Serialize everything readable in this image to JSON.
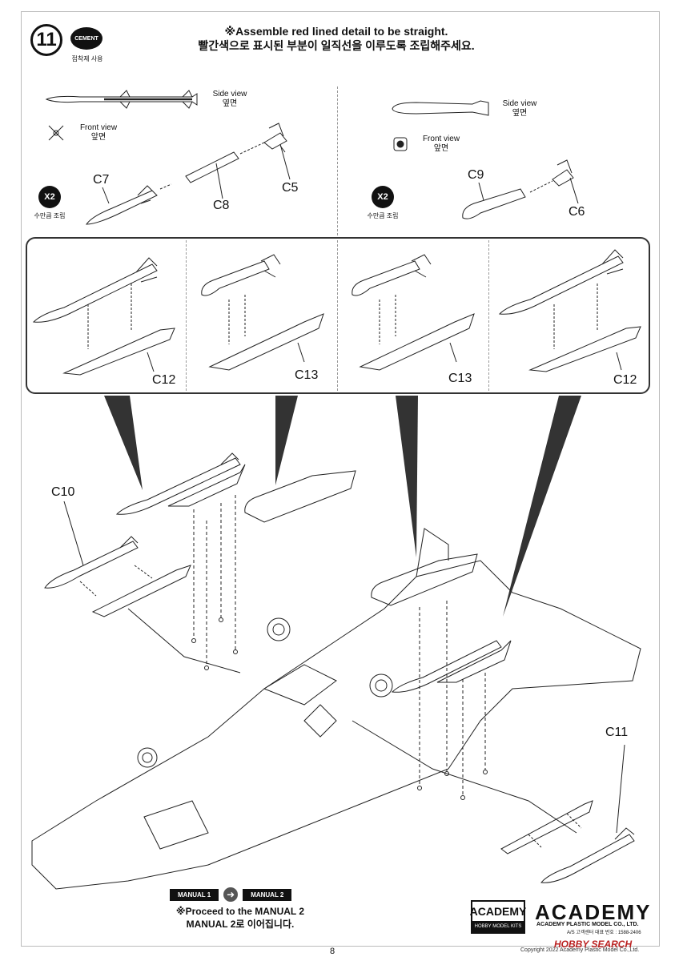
{
  "header": {
    "step_number": "11",
    "cement_label": "CEMENT",
    "cement_note": "접착제 사용",
    "notice_en": "※Assemble red lined detail to be straight.",
    "notice_ko": "빨간색으로 표시된 부분이 일직선을 이루도록 조립해주세요."
  },
  "left_sub": {
    "side_view": "Side view",
    "side_view_ko": "옆면",
    "front_view": "Front view",
    "front_view_ko": "앞면",
    "x2": "X2",
    "x2_ko": "수만큼 조립",
    "parts": [
      "C7",
      "C8",
      "C5"
    ]
  },
  "right_sub": {
    "side_view": "Side view",
    "side_view_ko": "옆면",
    "front_view": "Front view",
    "front_view_ko": "앞면",
    "x2": "X2",
    "x2_ko": "수만큼 조립",
    "parts": [
      "C9",
      "C6"
    ]
  },
  "panel": {
    "parts": [
      "C12",
      "C13",
      "C13",
      "C12"
    ]
  },
  "main": {
    "parts": [
      "C10",
      "C11"
    ]
  },
  "footer": {
    "manual_from": "MANUAL 1",
    "manual_to": "MANUAL 2",
    "proceed_en": "※Proceed to the MANUAL 2",
    "proceed_ko": "MANUAL 2로 이어집니다.",
    "logo_box_top": "ACADEMY",
    "logo_box_bottom": "HOBBY MODEL KITS",
    "brand": "ACADEMY",
    "brand_company": "ACADEMY PLASTIC MODEL CO., LTD.",
    "brand_as": "A/S 고객센터 대표 번호 : 1588-2406",
    "page_number": "8",
    "copyright": "Copyright 2022 Academy Plastic Model Co.,Ltd.",
    "watermark": "HOBBY SEARCH"
  },
  "colors": {
    "ink": "#111111",
    "frame": "#bbbbbb",
    "watermark": "#bb2222"
  }
}
